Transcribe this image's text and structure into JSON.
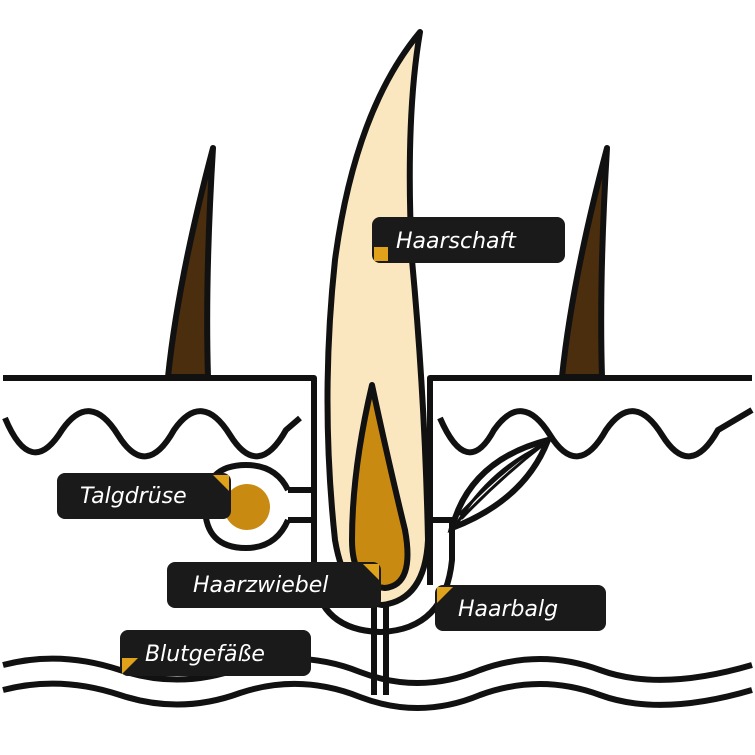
{
  "labels": {
    "hair_shaft": "Haarschaft",
    "sebaceous_gland": "Talgdrüse",
    "hair_bulb": "Haarzwiebel",
    "hair_follicle": "Haarbalg",
    "blood_vessels": "Blutgefäße"
  },
  "colors": {
    "outline": "#111111",
    "hair_shaft_fill": "#fbe7bf",
    "hair_bulb_fill": "#c98a12",
    "gland_fill": "#c98a12",
    "small_hair_fill": "#4a2e0e",
    "label_bg": "#1a1a1a",
    "label_text": "#ffffff",
    "label_marker": "#e0a21a"
  }
}
